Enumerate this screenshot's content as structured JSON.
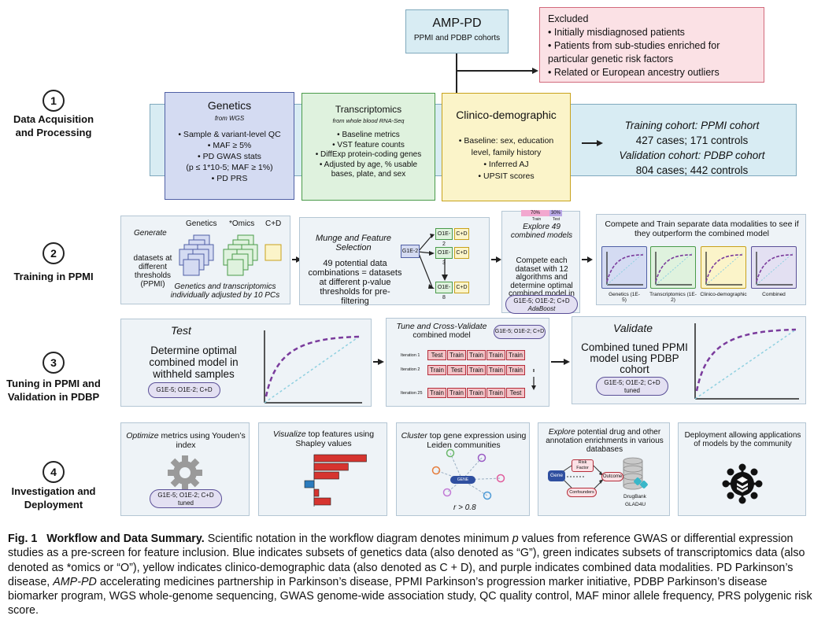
{
  "colors": {
    "genetics_bg": "#d4dbf2",
    "genetics_border": "#4f5fa5",
    "omics_bg": "#dff2de",
    "omics_border": "#4a9b4a",
    "clinico_bg": "#fbf4c9",
    "clinico_border": "#c8a21c",
    "cohort_bg": "#d8ecf3",
    "cohort_border": "#7fa9bd",
    "excluded_bg": "#fbe1e5",
    "excluded_border": "#d26a7c",
    "panel_bg": "#eef3f7",
    "panel_border": "#b4c6d4",
    "combined": "#7a3b9c",
    "train_red": "#b52e3b"
  },
  "steps": [
    {
      "num": "1",
      "label": "Data Acquisition and Processing"
    },
    {
      "num": "2",
      "label": "Training in PPMI"
    },
    {
      "num": "3",
      "label": "Tuning in PPMI and Validation in PDBP"
    },
    {
      "num": "4",
      "label": "Investigation and Deployment"
    }
  ],
  "top": {
    "amp_title": "AMP-PD",
    "amp_sub": "PPMI and PDBP cohorts",
    "excluded_title": "Excluded",
    "excluded_items": [
      "• Initially misdiagnosed patients",
      "• Patients from sub-studies enriched for particular genetic risk factors",
      "• Related or European ancestry outliers"
    ]
  },
  "row1": {
    "genetics": {
      "title": "Genetics",
      "sub": "from WGS",
      "items": [
        "• Sample & variant-level QC",
        "• MAF ≥ 5%",
        "• PD GWAS stats",
        "(p ≤ 1*10-5; MAF ≥ 1%)",
        "• PD PRS"
      ]
    },
    "omics": {
      "title": "Transcriptomics",
      "sub": "from whole blood RNA-Seq",
      "items": [
        "• Baseline metrics",
        "• VST feature counts",
        "• DiffExp protein-coding genes",
        "• Adjusted by age, % usable bases, plate, and sex"
      ]
    },
    "clinico": {
      "title": "Clinico-demographic",
      "items": [
        "• Baseline: sex, education level, family history",
        "• Inferred AJ",
        "• UPSIT scores"
      ]
    },
    "cohort": {
      "train_title": "Training cohort: PPMI cohort",
      "train_counts": "427 cases; 171 controls",
      "val_title": "Validation cohort: PDBP cohort",
      "val_counts": "804 cases; 442 controls"
    }
  },
  "row2": {
    "p1": {
      "generate": "Generate",
      "datasets_text": "datasets at different thresholds (PPMI)",
      "col_genetics": "Genetics",
      "col_omics": "*Omics",
      "col_cd": "C+D",
      "footer": "Genetics and transcriptomics individually adjusted by 10 PCs"
    },
    "p2": {
      "title": "Munge and Feature Selection",
      "text": "49 potential data combinations = datasets at different p-value thresholds for pre-filtering",
      "g_label": "G1E-2",
      "o_labels": [
        "O1E-2",
        "O1E-3",
        "O1E-8"
      ],
      "cd_label": "C+D"
    },
    "p3": {
      "pct_train": "70%",
      "pct_test": "30%",
      "lbl_train": "Train",
      "lbl_test": "Test",
      "title": "Explore 49 combined models",
      "text": "Compete each dataset with 12 algorithms and determine optimal combined model in",
      "pill": "G1E-5; O1E-2; C+D",
      "pill_sub": "AdaBoost"
    },
    "p4": {
      "title": "Compete and Train separate data modalities to see if they outperform the combined model",
      "labels": [
        "Genetics (1E-5)",
        "Transcriptomics (1E-2)",
        "Clinico-demographic",
        "Combined"
      ]
    }
  },
  "row3": {
    "test": {
      "title": "Test",
      "text": "Determine optimal combined model in withheld samples",
      "pill": "G1E-5; O1E-2; C+D"
    },
    "tune": {
      "title": "Tune and Cross-Validate",
      "sub": "combined model",
      "pill": "G1E-5; O1E-2; C+D",
      "iterations": [
        {
          "label": "Iteration 1",
          "cells": [
            "Test",
            "Train",
            "Train",
            "Train",
            "Train"
          ]
        },
        {
          "label": "Iteration 2",
          "cells": [
            "Train",
            "Test",
            "Train",
            "Train",
            "Train"
          ]
        },
        {
          "label": "Iteration 25",
          "cells": [
            "Train",
            "Train",
            "Train",
            "Train",
            "Test"
          ]
        }
      ]
    },
    "validate": {
      "title": "Validate",
      "text": "Combined tuned PPMI model using PDBP cohort",
      "pill": "G1E-5; O1E-2; C+D",
      "pill_sub": "tuned"
    }
  },
  "row4": {
    "optimize": {
      "lead": "Optimize",
      "rest": " metrics using Youden’s index",
      "pill": "G1E-5; O1E-2; C+D",
      "pill_sub": "tuned"
    },
    "visualize": {
      "lead": "Visualize",
      "rest": " top features using Shapley values",
      "shap_values": [
        0.95,
        0.62,
        0.45,
        0.22,
        0.08,
        0.3
      ]
    },
    "cluster": {
      "lead": "Cluster",
      "rest": " top gene expression using Leiden communities",
      "gene": "GENE",
      "r": "r > 0.8"
    },
    "explore": {
      "lead": "Explore",
      "rest": " potential drug and other annotation enrichments in various databases",
      "gene": "Gene",
      "risk": "Risk Factor",
      "outcome": "Outcome",
      "confounders": "Confounders",
      "db1": "DrugBank",
      "db2": "GLAD4U"
    },
    "deploy": {
      "text": "Deployment allowing applications of models by the community"
    }
  },
  "caption": {
    "fig": "Fig. 1",
    "title": "Workflow and Data Summary.",
    "body1": " Scientific notation in the workflow diagram denotes minimum ",
    "p": "p",
    "body2": " values from reference GWAS or differential expression studies as a pre-screen for feature inclusion. Blue indicates subsets of genetics data (also denoted as “G”), green indicates subsets of transcriptomics data (also denoted as *omics or “O”), yellow indicates clinico-demographic data (also denoted as C + D), and purple indicates combined data modalities. PD Parkinson’s disease, ",
    "ampd": "AMP-PD",
    "body3": " accelerating medicines partnership in Parkinson’s disease, PPMI Parkinson’s progression marker initiative, PDBP Parkinson’s disease biomarker program, WGS whole-genome sequencing, GWAS genome-wide association study, QC quality control, MAF minor allele frequency, PRS polygenic risk score."
  }
}
